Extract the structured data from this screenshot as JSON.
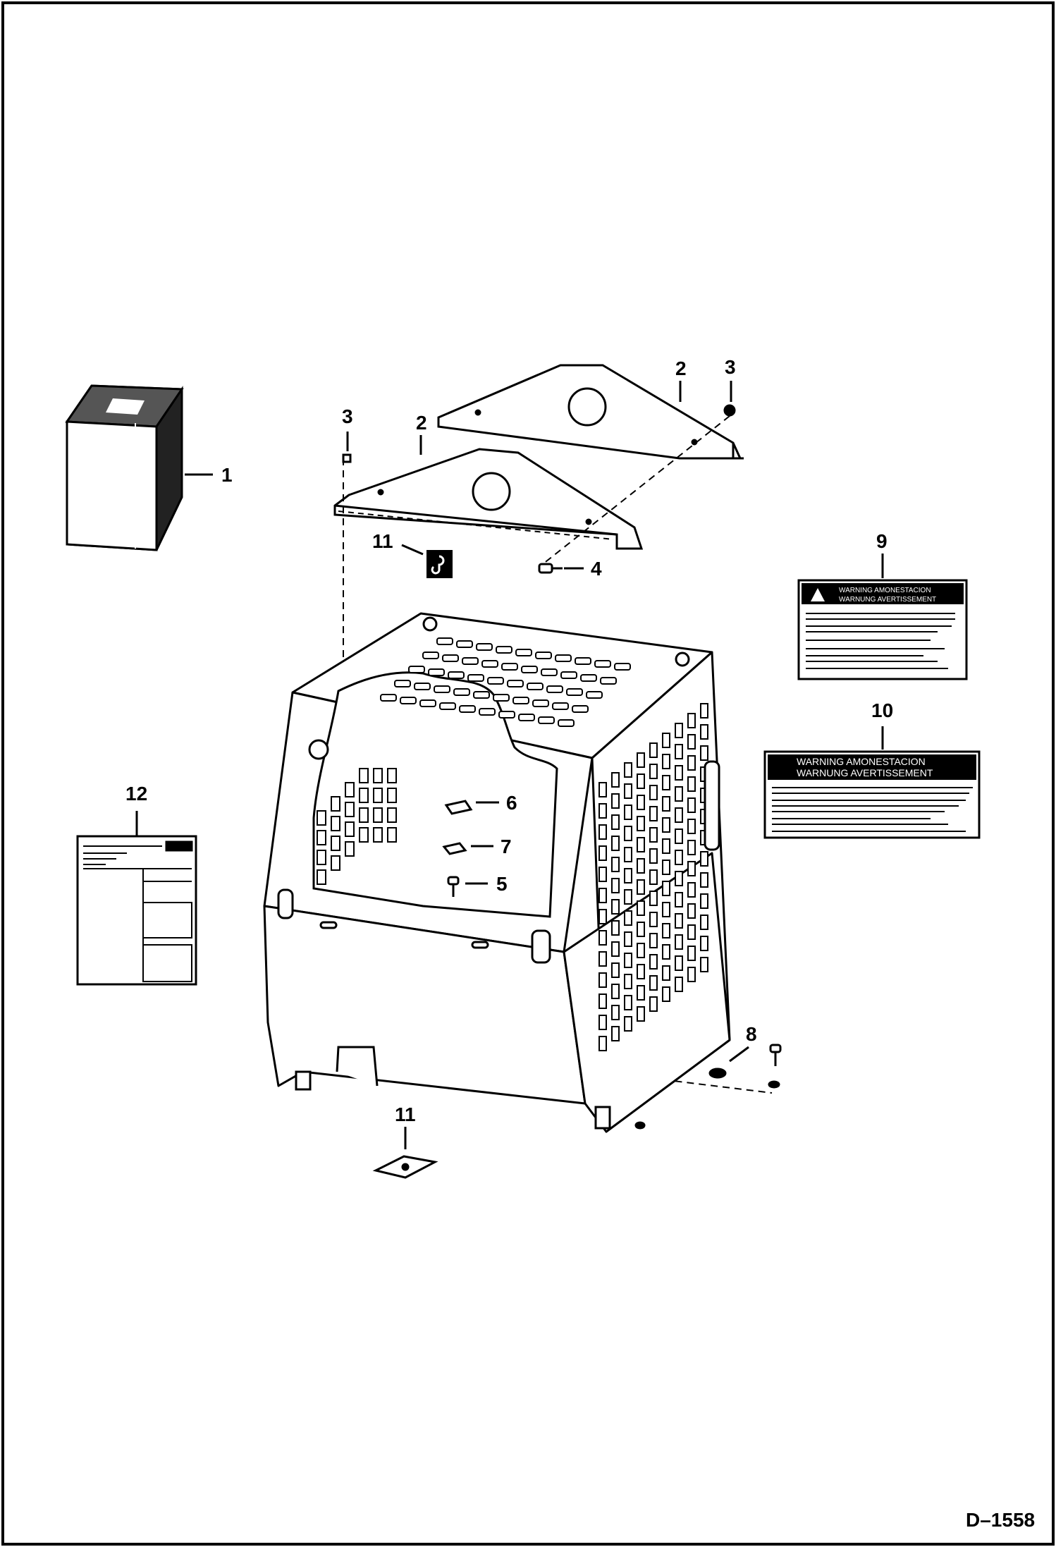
{
  "figure_id": "D–1558",
  "callouts": {
    "c1": "1",
    "c2a": "2",
    "c2b": "2",
    "c3a": "3",
    "c3b": "3",
    "c4": "4",
    "c5": "5",
    "c6": "6",
    "c7": "7",
    "c8": "8",
    "c9": "9",
    "c10": "10",
    "c11a": "11",
    "c11b": "11",
    "c12": "12"
  },
  "decal9": {
    "line1": "WARNING AMONESTACION",
    "line2": "WARNUNG AVERTISSEMENT"
  },
  "decal10": {
    "line1": "WARNING AMONESTACION",
    "line2": "WARNUNG AVERTISSEMENT"
  },
  "colors": {
    "ink": "#000000",
    "paper": "#ffffff"
  }
}
